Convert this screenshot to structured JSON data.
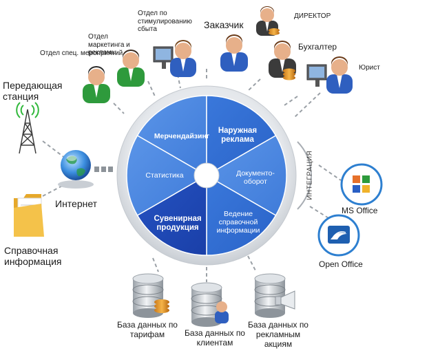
{
  "wheel": {
    "segments": [
      {
        "label": "Мерчендайзинг"
      },
      {
        "label": "Наружная реклама"
      },
      {
        "label": "Документо-\nоборот"
      },
      {
        "label": "Ведение справочной информации"
      },
      {
        "label": "Сувенирная продукция"
      },
      {
        "label": "Статистика"
      }
    ],
    "integration_label": "ИНТЕГРАЦИЯ"
  },
  "people": {
    "special_events": "Отдел спец. мероприятий",
    "marketing": "Отдел маркетинга и рекламы",
    "stimulation": "Отдел по стимулированию сбыта",
    "customer": "Заказчик",
    "director": "ДИРЕКТОР",
    "accountant": "Бухгалтер",
    "lawyer": "Юрист"
  },
  "left": {
    "station": "Передающая станция",
    "internet": "Интернет",
    "reference": "Справочная информация"
  },
  "databases": {
    "tariffs": "База данных по тарифам",
    "clients": "База данных по клиентам",
    "promotions": "База данных по рекламным акциям"
  },
  "integrations": {
    "ms_office": "MS Office",
    "open_office": "Open Office"
  },
  "colors": {
    "blue_light": "#4a86e0",
    "blue_mid": "#2f6cd1",
    "blue_dark": "#1c48b8",
    "ring": "#d7dbe0"
  }
}
